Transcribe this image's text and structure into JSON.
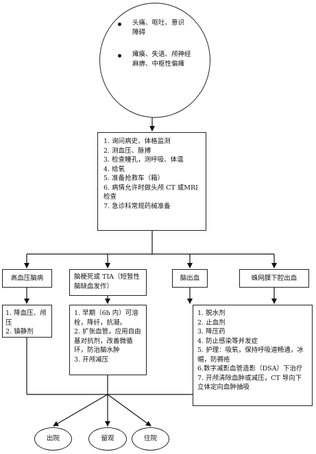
{
  "circle_top": {
    "bullets": [
      "头痛、呕吐、意识障碍",
      "瘫痪、失语、颅神经麻痹、中枢性偏瘫"
    ]
  },
  "assessment_steps": [
    "1. 询问病史、体格监测",
    "2. 测血压、脉搏",
    "3. 检查瞳孔，测呼吸、体温",
    "4. 给氧",
    "5. 准备抢救车（箱）",
    "6. 病情允许时做头颅 CT 或MRI检查",
    "7. 急诊科常规药械准备"
  ],
  "categories": {
    "hypertensive": "高血压脑病",
    "infarction": "脑梗死或 TIA（短暂性脑缺血发作）",
    "hemorrhage": "脑出血",
    "subarachnoid": "蛛网膜下腔出血"
  },
  "treatments": {
    "hypertensive": [
      "1. 降血压、颅压",
      "2. 镇静剂"
    ],
    "infarction": [
      "1. 早期（6h 内）可溶栓，降纤，抗凝。",
      "2. 扩张血管，应用自由基对抗剂，改善微循环，防治脑水肿",
      "3. 开颅减压"
    ],
    "hemorrhage": [
      "1. 脱水剂",
      "2. 止血剂",
      "3. 降压药",
      "4. 防止感染等并发症",
      "5. 护理：吸氧，保持呼吸道畅通，冰帽，防褥疮",
      "6.数字减影血管造影（DSA）下治疗",
      "7. 开颅清除血肿或减压，CT 导向下立体定向血肿抽吸"
    ]
  },
  "outcomes": {
    "discharge": "出院",
    "observe": "留观",
    "admit": "住院"
  }
}
